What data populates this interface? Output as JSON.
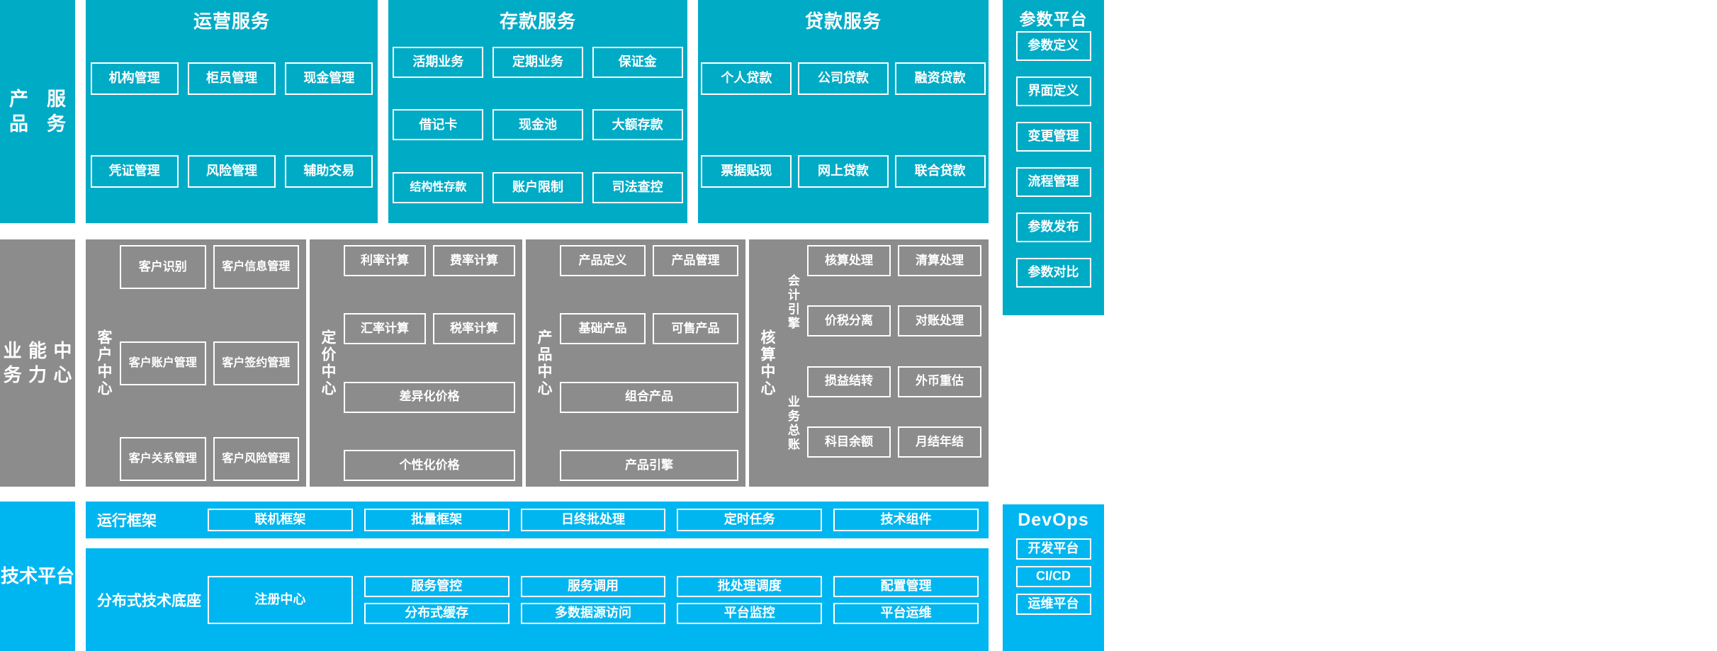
{
  "rows": {
    "product_services": {
      "label": "产品\n服务",
      "groups": [
        {
          "title": "运营服务",
          "items": [
            "机构管理",
            "柜员管理",
            "现金管理",
            "凭证管理",
            "风险管理",
            "辅助交易"
          ]
        },
        {
          "title": "存款服务",
          "items": [
            "活期业务",
            "定期业务",
            "保证金",
            "借记卡",
            "现金池",
            "大额存款",
            "结构性存款",
            "账户限制",
            "司法查控"
          ]
        },
        {
          "title": "贷款服务",
          "items": [
            "个人贷款",
            "公司贷款",
            "融资贷款",
            "票据贴现",
            "网上贷款",
            "联合贷款"
          ]
        }
      ]
    },
    "business_capability": {
      "label": "业务\n能力\n中心",
      "centers": [
        {
          "name": "客户中心",
          "pairs": [
            [
              "客户识别",
              "客户信息管理"
            ],
            [
              "客户账户管理",
              "客户签约管理"
            ],
            [
              "客户关系管理",
              "客户风险管理"
            ]
          ]
        },
        {
          "name": "定价中心",
          "pairs": [
            [
              "利率计算",
              "费率计算"
            ],
            [
              "汇率计算",
              "税率计算"
            ]
          ],
          "full": [
            "差异化价格",
            "个性化价格"
          ]
        },
        {
          "name": "产品中心",
          "pairs": [
            [
              "产品定义",
              "产品管理"
            ],
            [
              "基础产品",
              "可售产品"
            ]
          ],
          "full": [
            "组合产品",
            "产品引擎"
          ]
        },
        {
          "name": "核算中心",
          "subgroups": [
            {
              "name": "会计引擎",
              "pairs": [
                [
                  "核算处理",
                  "清算处理"
                ],
                [
                  "价税分离",
                  "对账处理"
                ]
              ]
            },
            {
              "name": "业务总账",
              "pairs": [
                [
                  "损益结转",
                  "外币重估"
                ],
                [
                  "科目余额",
                  "月结年结"
                ]
              ]
            }
          ]
        }
      ]
    },
    "technology_platform": {
      "label": "技术\n平台",
      "runtime": {
        "name": "运行框架",
        "items": [
          "联机框架",
          "批量框架",
          "日终批处理",
          "定时任务",
          "技术组件"
        ]
      },
      "base": {
        "name": "分布式技术底座",
        "register": "注册中心",
        "columns": [
          [
            "服务管控",
            "分布式缓存"
          ],
          [
            "服务调用",
            "多数据源访问"
          ],
          [
            "批处理调度",
            "平台监控"
          ],
          [
            "配置管理",
            "平台运维"
          ]
        ]
      }
    }
  },
  "side_columns": {
    "parameter_platform": {
      "title": "参数平台",
      "items": [
        "参数定义",
        "界面定义",
        "变更管理",
        "流程管理",
        "参数发布",
        "参数对比"
      ]
    },
    "devops": {
      "title": "DevOps",
      "items": [
        "开发平台",
        "CI/CD",
        "运维平台"
      ]
    }
  },
  "colors": {
    "teal": "#00ABC6",
    "gray": "#8C8C8C",
    "sky": "#00B6F0",
    "outline": "#FFFFFF"
  }
}
